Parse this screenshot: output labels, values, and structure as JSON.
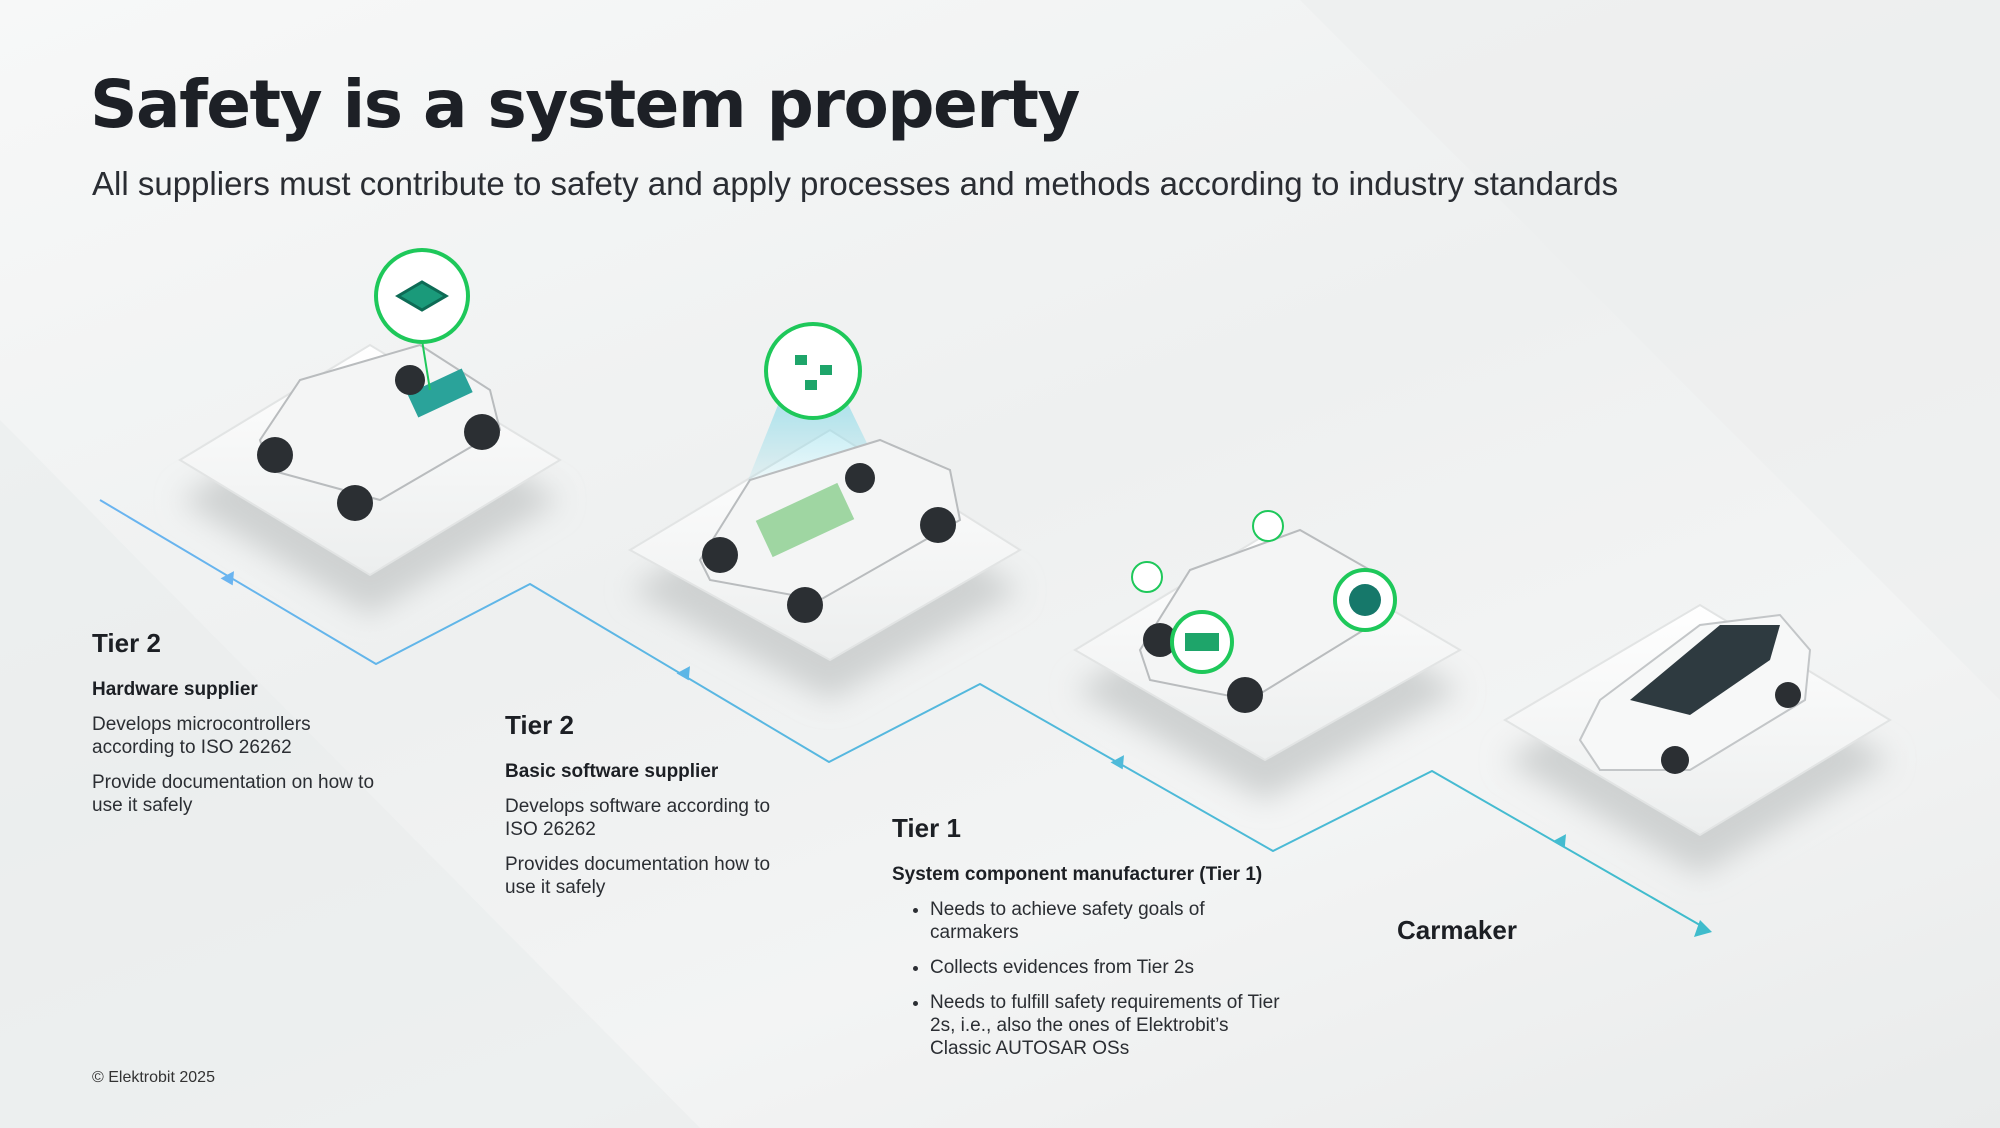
{
  "title": "Safety is a system property",
  "subtitle": "All suppliers must contribute to safety and apply processes and methods according to industry standards",
  "stages": [
    {
      "tier": "Tier 2",
      "role": "Hardware supplier",
      "points": [
        "Develops microcontrollers according to ISO 26262",
        "Provide documentation on how to use it safely"
      ]
    },
    {
      "tier": "Tier 2",
      "role": "Basic software supplier",
      "points": [
        "Develops software according to ISO 26262",
        "Provides documentation how to use it safely"
      ]
    },
    {
      "tier": "Tier 1",
      "role": "System component manufacturer (Tier 1)",
      "points": [
        "Needs to achieve safety goals of carmakers",
        "Collects evidences from Tier 2s",
        "Needs to fulfill safety requirements of Tier 2s, i.e., also the ones of Elektrobit’s Classic AUTOSAR OSs"
      ]
    },
    {
      "tier": "Carmaker"
    }
  ],
  "footer": "© Elektrobit 2025",
  "colors": {
    "accent_green": "#1ec85a",
    "line_start": "#6ab4f0",
    "line_end": "#3fbccc"
  }
}
